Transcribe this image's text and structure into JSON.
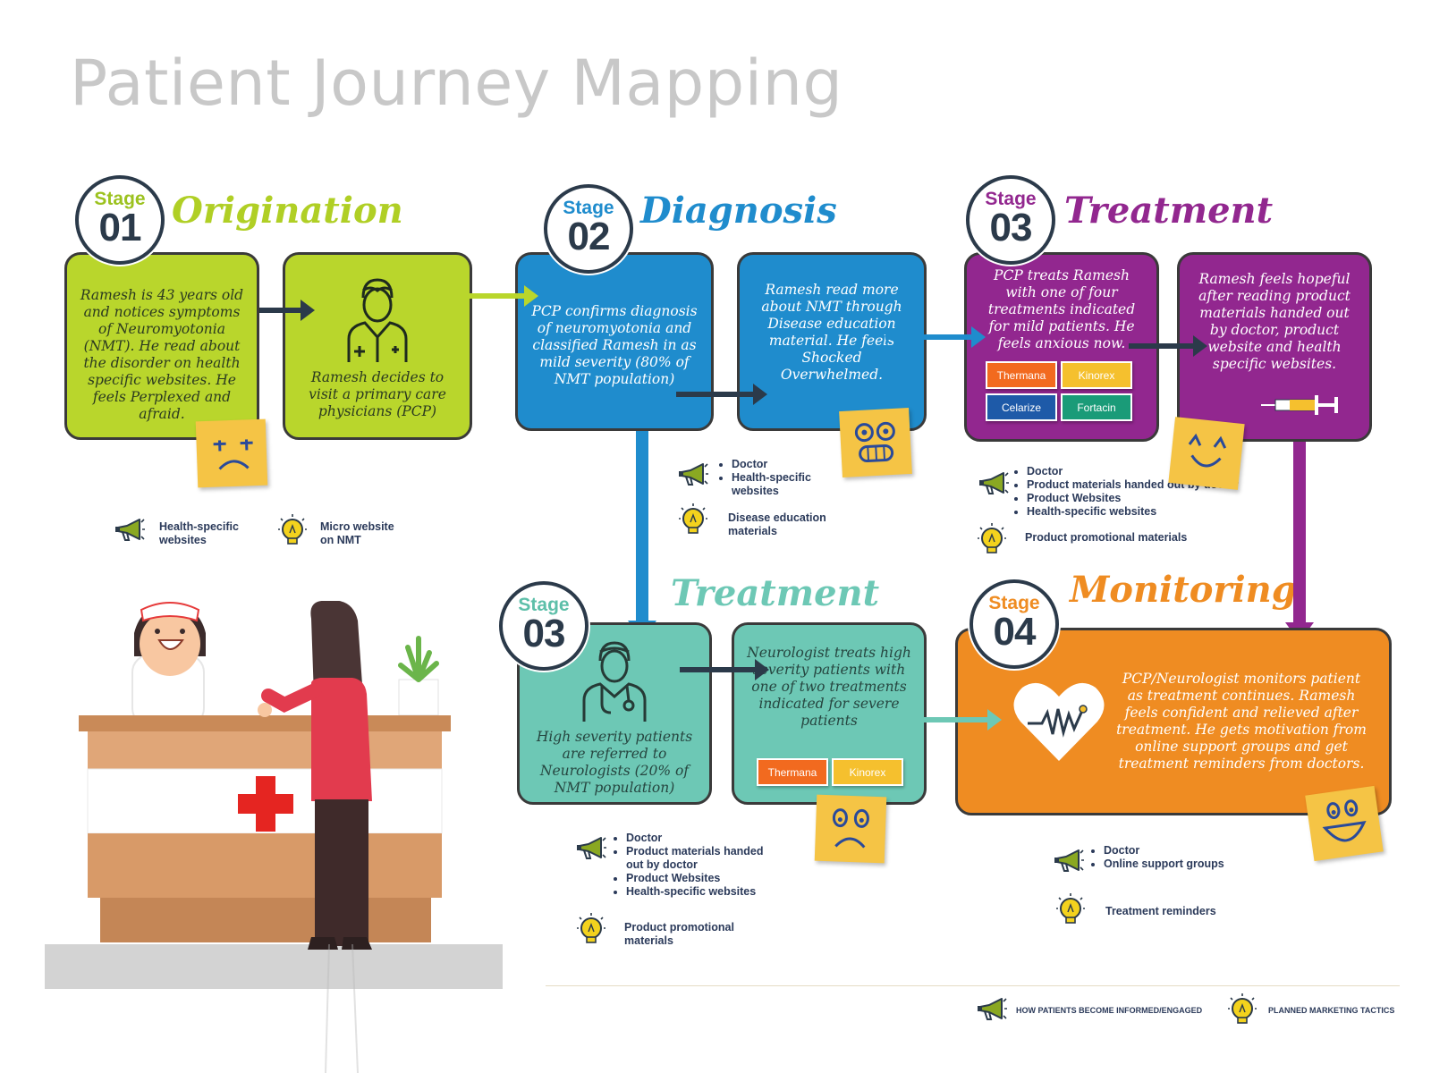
{
  "title": "Patient Journey Mapping",
  "stages": {
    "origination": {
      "stage_word": "Stage",
      "number": "01",
      "name": "Origination"
    },
    "diagnosis": {
      "stage_word": "Stage",
      "number": "02",
      "name": "Diagnosis"
    },
    "treatment_mild": {
      "stage_word": "Stage",
      "number": "03",
      "name": "Treatment"
    },
    "treatment_severe": {
      "stage_word": "Stage",
      "number": "03",
      "name": "Treatment"
    },
    "monitoring": {
      "stage_word": "Stage",
      "number": "04",
      "name": "Monitoring"
    }
  },
  "boxes": {
    "origination_1": "Ramesh is 43 years old and notices symptoms of Neuromyotonia (NMT). He read about the disorder on health specific websites. He feels Perplexed and afraid.",
    "origination_2": "Ramesh decides to visit a primary care physicians (PCP)",
    "diagnosis_1": "PCP confirms diagnosis of neuromyotonia and classified Ramesh in as mild severity (80% of NMT population)",
    "diagnosis_2": "Ramesh read more about NMT through Disease education material. He feels Shocked Overwhelmed.",
    "treatment_1": "PCP treats Ramesh with one of four treatments indicated for mild patients. He feels anxious now.",
    "treatment_2": "Ramesh feels hopeful after reading product materials handed out by doctor, product website and health specific websites.",
    "severe_1": "High severity patients are referred to Neurologists (20% of NMT population)",
    "severe_2": "Neurologist treats high severity patients with one of two treatments indicated for severe patients",
    "monitoring_1": "PCP/Neurologist monitors patient as treatment continues. Ramesh feels confident and relieved after treatment. He gets motivation from online support groups and get treatment reminders from doctors."
  },
  "tags": {
    "thermana": "Thermana",
    "kinorex": "Kinorex",
    "celarize": "Celarize",
    "fortacin": "Fortacin"
  },
  "legends": {
    "origination": {
      "informed": "Health-specific websites",
      "tactic": "Micro website on NMT"
    },
    "diagnosis": {
      "informed": [
        "Doctor",
        "Health-specific websites"
      ],
      "tactic": "Disease education materials"
    },
    "treatment": {
      "informed": [
        "Doctor",
        "Product materials handed out by doctor",
        "Product Websites",
        "Health-specific websites"
      ],
      "tactic": "Product promotional materials"
    },
    "severe": {
      "informed": [
        "Doctor",
        "Product materials handed out by doctor",
        "Product Websites",
        "Health-specific websites"
      ],
      "tactic": "Product promotional materials"
    },
    "monitoring": {
      "informed": [
        "Doctor",
        "Online support groups"
      ],
      "tactic": "Treatment reminders"
    }
  },
  "footer": {
    "informed": "HOW PATIENTS BECOME INFORMED/ENGAGED",
    "tactics": "PLANNED MARKETING TACTICS"
  },
  "colors": {
    "green": "#b9d62c",
    "blue": "#1f8ccd",
    "purple": "#92278f",
    "teal": "#6dc8b5",
    "orange": "#ef8c22",
    "sticky": "#f5c445"
  }
}
